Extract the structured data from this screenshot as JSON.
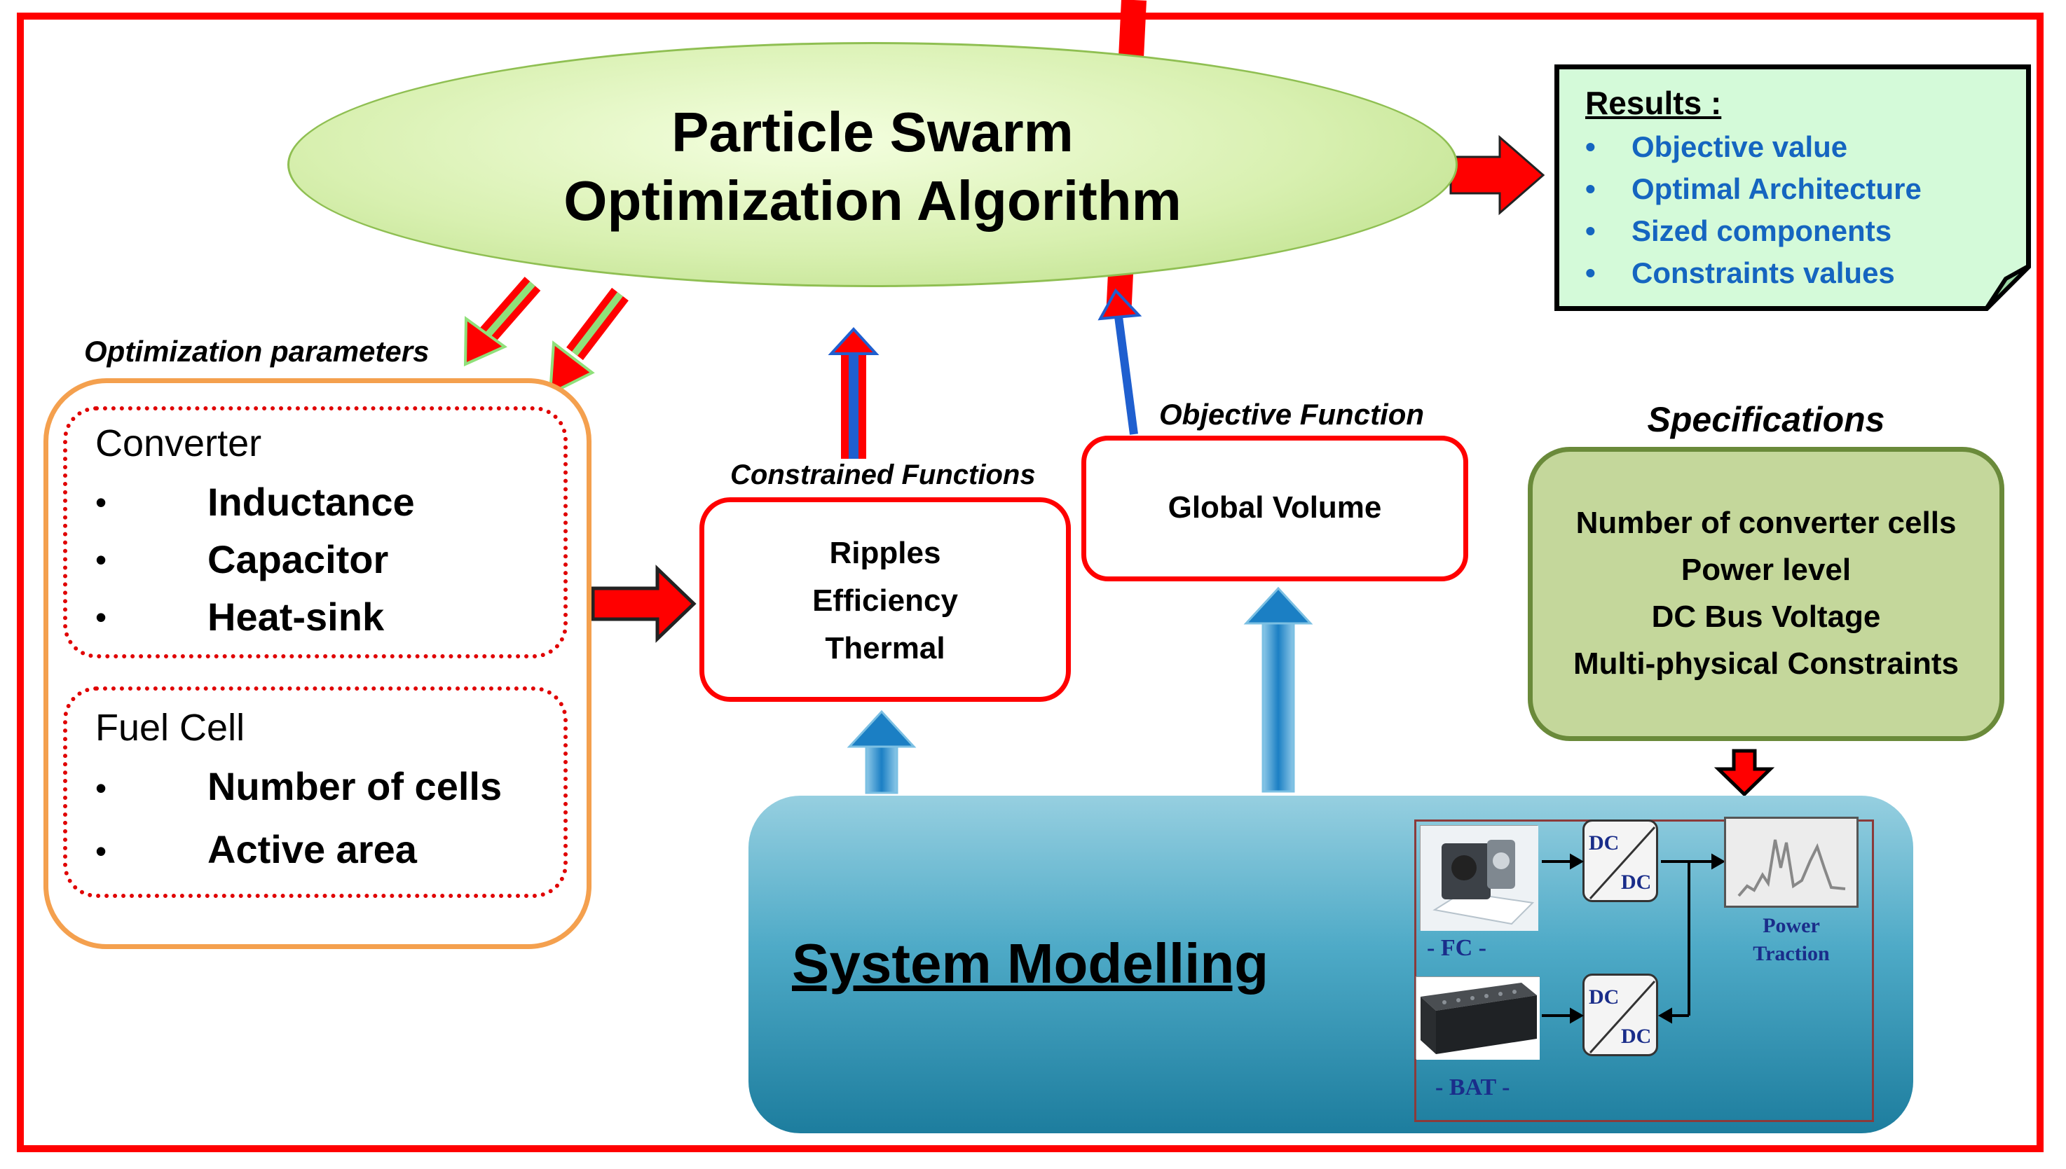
{
  "pso": {
    "line1": "Particle Swarm",
    "line2": "Optimization Algorithm"
  },
  "results": {
    "title": "Results :",
    "bullet": "•",
    "items": [
      "Objective value",
      "Optimal Architecture",
      "Sized components",
      "Constraints values"
    ]
  },
  "labels": {
    "optimization_parameters": "Optimization parameters",
    "constrained_functions": "Constrained Functions",
    "objective_function": "Objective Function",
    "specifications": "Specifications"
  },
  "params": {
    "bullet": "•",
    "converter": {
      "title": "Converter",
      "items": [
        "Inductance",
        "Capacitor",
        "Heat-sink"
      ]
    },
    "fuel_cell": {
      "title": "Fuel Cell",
      "items": [
        "Number of cells",
        "Active area"
      ]
    }
  },
  "constrained": {
    "items": [
      "Ripples",
      "Efficiency",
      "Thermal"
    ]
  },
  "objective": {
    "text": "Global Volume"
  },
  "specifications": {
    "items": [
      "Number of converter cells",
      "Power level",
      "DC Bus Voltage",
      "Multi-physical Constraints"
    ]
  },
  "system_modelling": {
    "title": "System Modelling",
    "fc_label": "- FC -",
    "bat_label": "- BAT -",
    "dc_in": "DC",
    "dc_out": "DC",
    "power_label_1": "Power",
    "power_label_2": "Traction"
  },
  "colors": {
    "frame": "#ff0000",
    "arrow_red": "#ff0000",
    "arrow_blue": "#2e8fd0",
    "results_text": "#1565c0",
    "spec_fill": "#c4d79b",
    "pso_fill": "#d8f0b0"
  }
}
